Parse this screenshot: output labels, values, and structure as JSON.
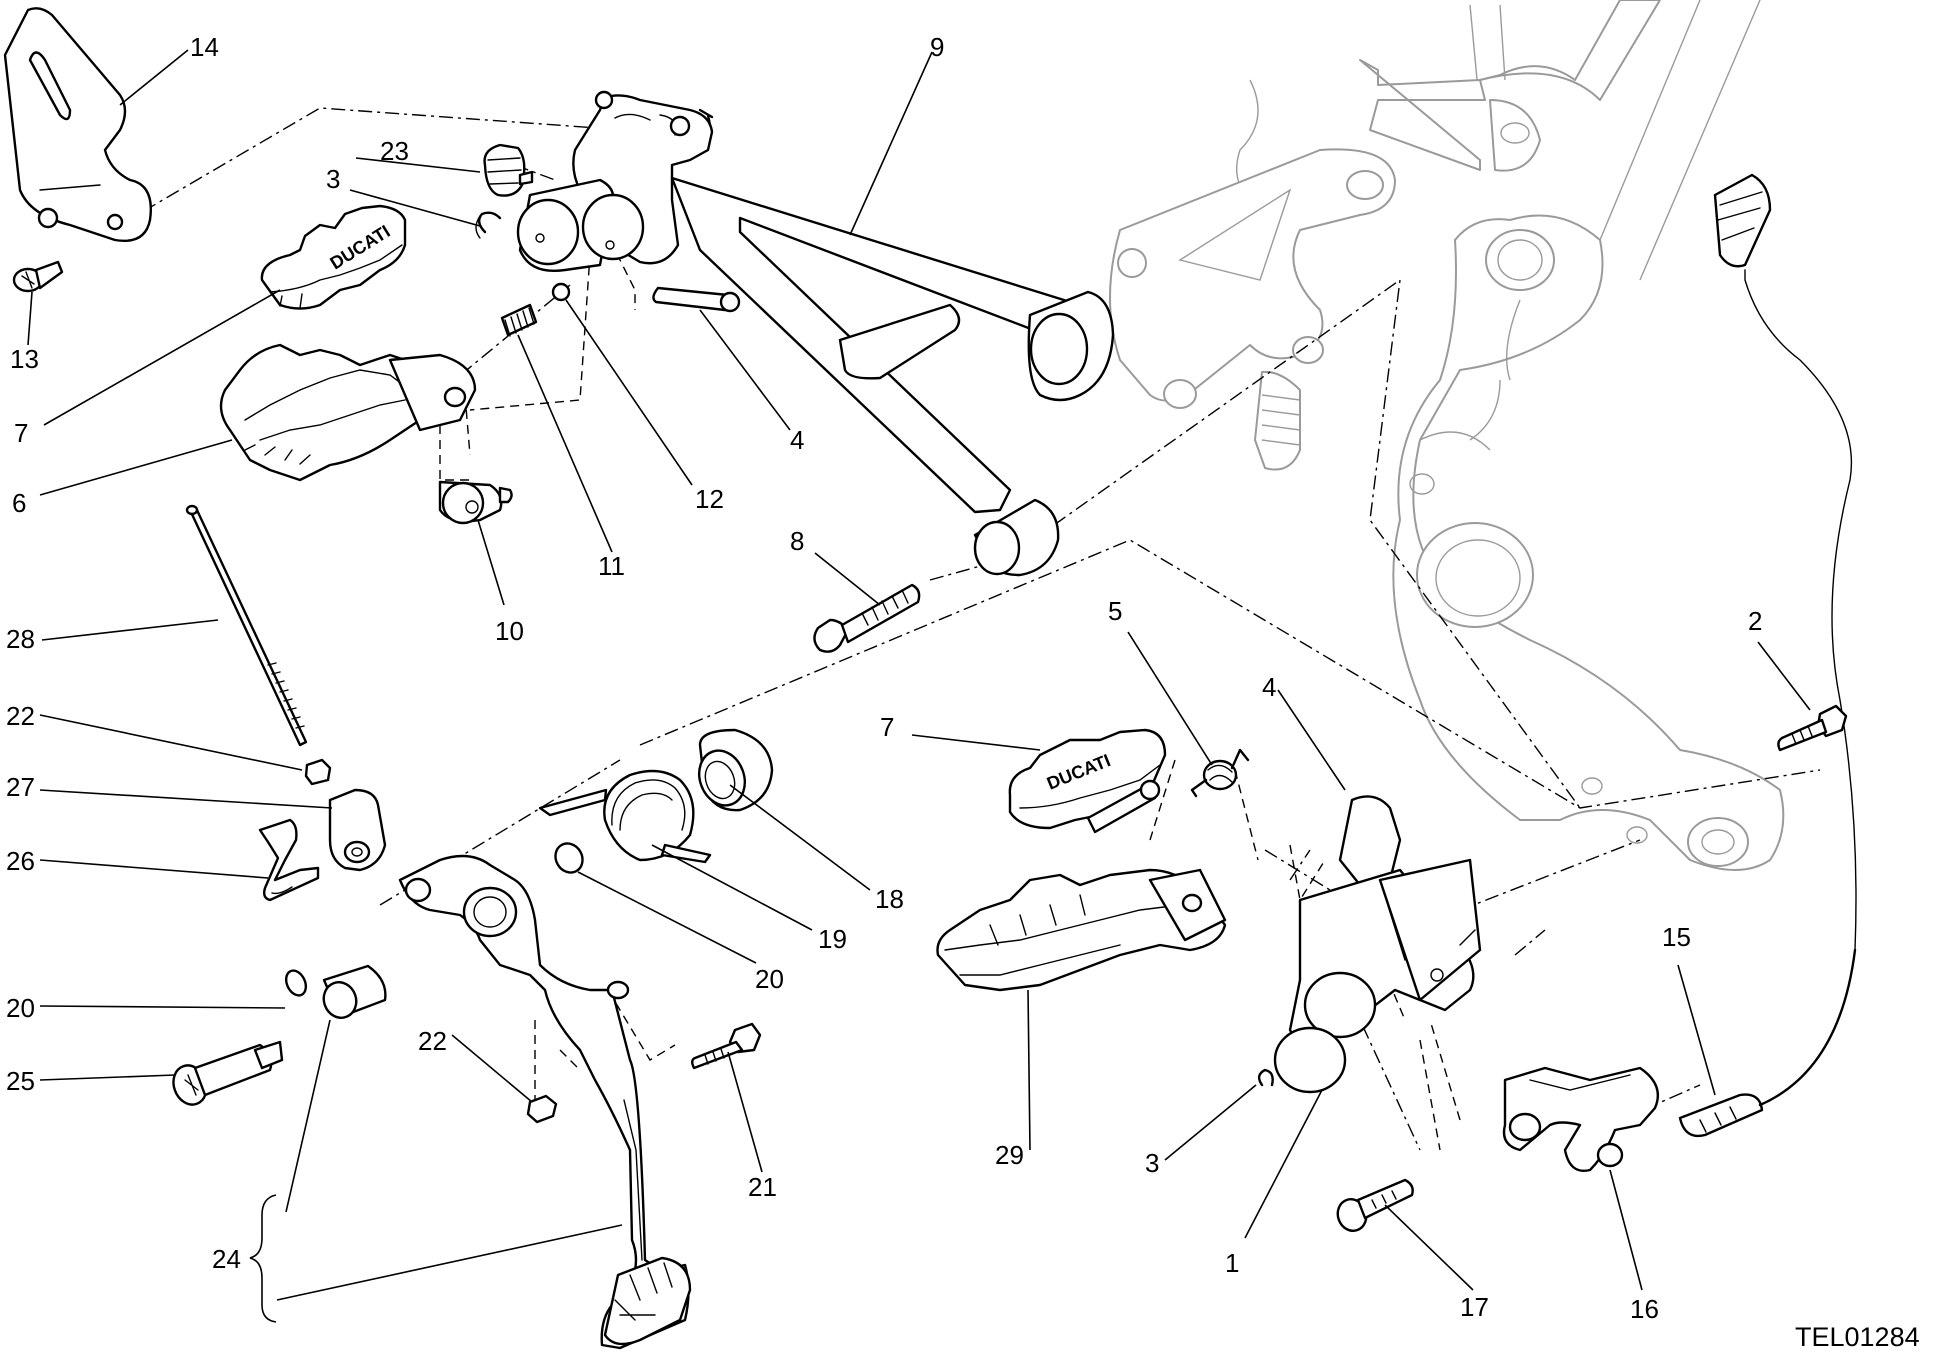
{
  "drawing_code": "TEL01284",
  "callouts": [
    {
      "id": "c1",
      "text": "1"
    },
    {
      "id": "c2",
      "text": "2"
    },
    {
      "id": "c3a",
      "text": "3"
    },
    {
      "id": "c3b",
      "text": "3"
    },
    {
      "id": "c4a",
      "text": "4"
    },
    {
      "id": "c4b",
      "text": "4"
    },
    {
      "id": "c5",
      "text": "5"
    },
    {
      "id": "c6",
      "text": "6"
    },
    {
      "id": "c7a",
      "text": "7"
    },
    {
      "id": "c7b",
      "text": "7"
    },
    {
      "id": "c8",
      "text": "8"
    },
    {
      "id": "c9",
      "text": "9"
    },
    {
      "id": "c10",
      "text": "10"
    },
    {
      "id": "c11",
      "text": "11"
    },
    {
      "id": "c12",
      "text": "12"
    },
    {
      "id": "c13",
      "text": "13"
    },
    {
      "id": "c14",
      "text": "14"
    },
    {
      "id": "c15",
      "text": "15"
    },
    {
      "id": "c16",
      "text": "16"
    },
    {
      "id": "c17",
      "text": "17"
    },
    {
      "id": "c18",
      "text": "18"
    },
    {
      "id": "c19",
      "text": "19"
    },
    {
      "id": "c20a",
      "text": "20"
    },
    {
      "id": "c20b",
      "text": "20"
    },
    {
      "id": "c21",
      "text": "21"
    },
    {
      "id": "c22a",
      "text": "22"
    },
    {
      "id": "c22b",
      "text": "22"
    },
    {
      "id": "c23",
      "text": "23"
    },
    {
      "id": "c24",
      "text": "24"
    },
    {
      "id": "c25",
      "text": "25"
    },
    {
      "id": "c26",
      "text": "26"
    },
    {
      "id": "c27",
      "text": "27"
    },
    {
      "id": "c28",
      "text": "28"
    },
    {
      "id": "c29",
      "text": "29"
    }
  ],
  "footpeg_brand": "DUCATI"
}
